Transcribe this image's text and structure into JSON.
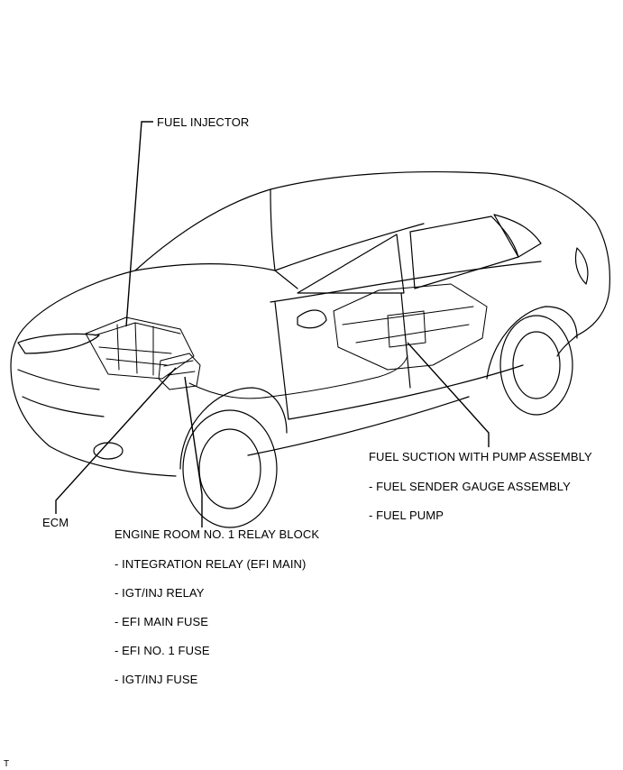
{
  "labels": {
    "fuel_injector": "FUEL INJECTOR",
    "ecm": "ECM",
    "relay_block": {
      "title": "ENGINE ROOM NO. 1 RELAY BLOCK",
      "items": [
        "- INTEGRATION RELAY (EFI MAIN)",
        "- IGT/INJ RELAY",
        "- EFI MAIN FUSE",
        "- EFI NO. 1 FUSE",
        "- IGT/INJ FUSE"
      ]
    },
    "fuel_pump_assembly": {
      "title": "FUEL SUCTION WITH PUMP ASSEMBLY",
      "items": [
        "- FUEL SENDER GAUGE ASSEMBLY",
        "- FUEL PUMP"
      ]
    }
  },
  "figure_code": "T"
}
